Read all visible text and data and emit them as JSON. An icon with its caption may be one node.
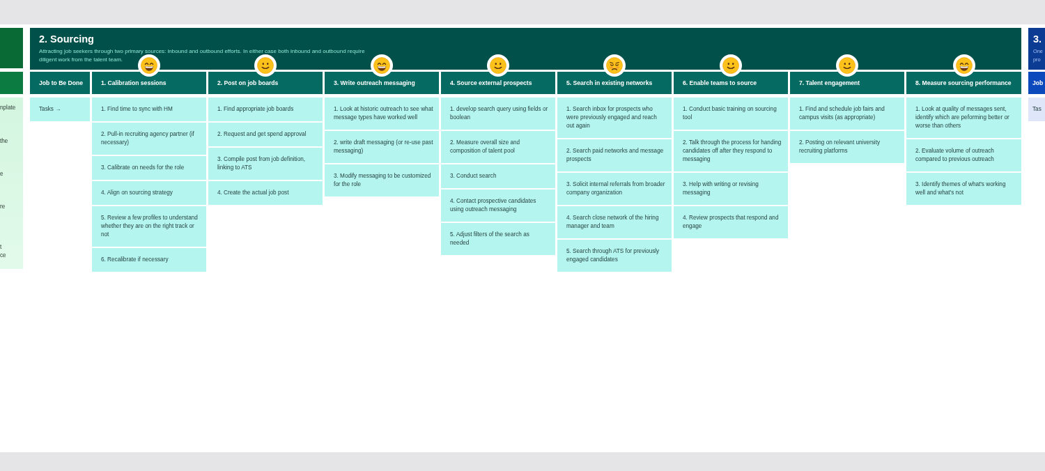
{
  "diagram": {
    "nodes": [
      {
        "text": [],
        "shape": "box"
      },
      {
        "text": [],
        "shape": "box"
      },
      {
        "text": [
          "nplate",
          "the",
          "e",
          "re",
          "t ce"
        ]
      },
      {
        "text": [
          "2. Sourcing",
          "Attracting job seekers through two primary sources: inbound and outbound efforts. In either case both inbound and outbound require diligent work from the talent team."
        ]
      },
      {
        "text": [
          "Job to Be Done"
        ]
      },
      {
        "text": [
          "Tasks →"
        ]
      },
      {
        "text": [
          "1. Calibration sessions"
        ]
      },
      {
        "text": [
          "1. Find time to sync with HM"
        ]
      },
      {
        "text": [
          "2. Pull-in recruiting agency partner (if necessary)"
        ]
      },
      {
        "text": [
          "3. Calibrate on needs for the role"
        ]
      },
      {
        "text": [
          "4. Align on sourcing strategy"
        ]
      },
      {
        "text": [
          "5. Review a few profiles to understand whether they are on the right track or not"
        ]
      },
      {
        "text": [
          "6. Recalibrate if necessary"
        ]
      },
      {
        "text": [
          "2. Post on job boards"
        ]
      },
      {
        "text": [
          "1. Find appropriate job boards"
        ]
      },
      {
        "text": [
          "2. Request and get spend approval"
        ]
      },
      {
        "text": [
          "3. Compile post from job definition, linking to ATS"
        ]
      },
      {
        "text": [
          "4. Create the actual job post"
        ]
      },
      {
        "text": [
          "3. Write outreach messaging"
        ]
      },
      {
        "text": [
          "1. Look at historic outreach to see what message types have worked well"
        ]
      },
      {
        "text": [
          "2. write draft messaging (or re-use past messaging)"
        ]
      },
      {
        "text": [
          "3. Modify messaging to be customized for the role"
        ]
      },
      {
        "text": [
          "4. Source external prospects"
        ]
      },
      {
        "text": [
          "1. develop search query using fields or boolean"
        ]
      },
      {
        "text": [
          "2. Measure overall size and composition of talent pool"
        ]
      },
      {
        "text": [
          "3. Conduct search"
        ]
      },
      {
        "text": [
          "4. Contact prospective candidates using outreach messaging"
        ]
      },
      {
        "text": [
          "5. Adjust filters of the search as needed"
        ]
      },
      {
        "text": [
          "5. Search in existing networks"
        ]
      },
      {
        "text": [
          "1. Search inbox for prospects who were previously engaged and reach out again"
        ]
      },
      {
        "text": [
          "2. Search paid networks and message prospects"
        ]
      },
      {
        "text": [
          "3. Solicit internal referrals from broader company organization"
        ]
      },
      {
        "text": [
          "4. Search close network of the hiring manager and team"
        ]
      },
      {
        "text": [
          "5. Search through ATS for previously engaged candidates"
        ]
      },
      {
        "text": [
          "6. Enable teams to source"
        ]
      },
      {
        "text": [
          "1. Conduct basic training on sourcing tool"
        ]
      },
      {
        "text": [
          "2. Talk through the process for handing candidates off after they respond to messaging"
        ]
      },
      {
        "text": [
          "3. Help with writing or revising messaging"
        ]
      },
      {
        "text": [
          "4. Review prospects that respond and engage"
        ]
      },
      {
        "text": [
          "7. Talent engagement"
        ]
      },
      {
        "text": [
          "1. Find and schedule job fairs and campus visits (as appropriate)"
        ]
      },
      {
        "text": [
          "2. Posting on relevant university recruiting platforms"
        ]
      },
      {
        "text": [
          "8. Measure sourcing performance"
        ]
      },
      {
        "text": [
          "1. Look at quality of messages sent, identify which are peforming better or worse than others"
        ]
      },
      {
        "text": [
          "2. Evaluate volume of outreach compared to previous outreach"
        ]
      },
      {
        "text": [
          "3. Identify themes of what's working well and what's not"
        ]
      },
      {
        "text": [
          "3.",
          "One pro"
        ]
      },
      {
        "text": [
          "Job"
        ]
      },
      {
        "text": [
          "Tas"
        ]
      }
    ]
  }
}
